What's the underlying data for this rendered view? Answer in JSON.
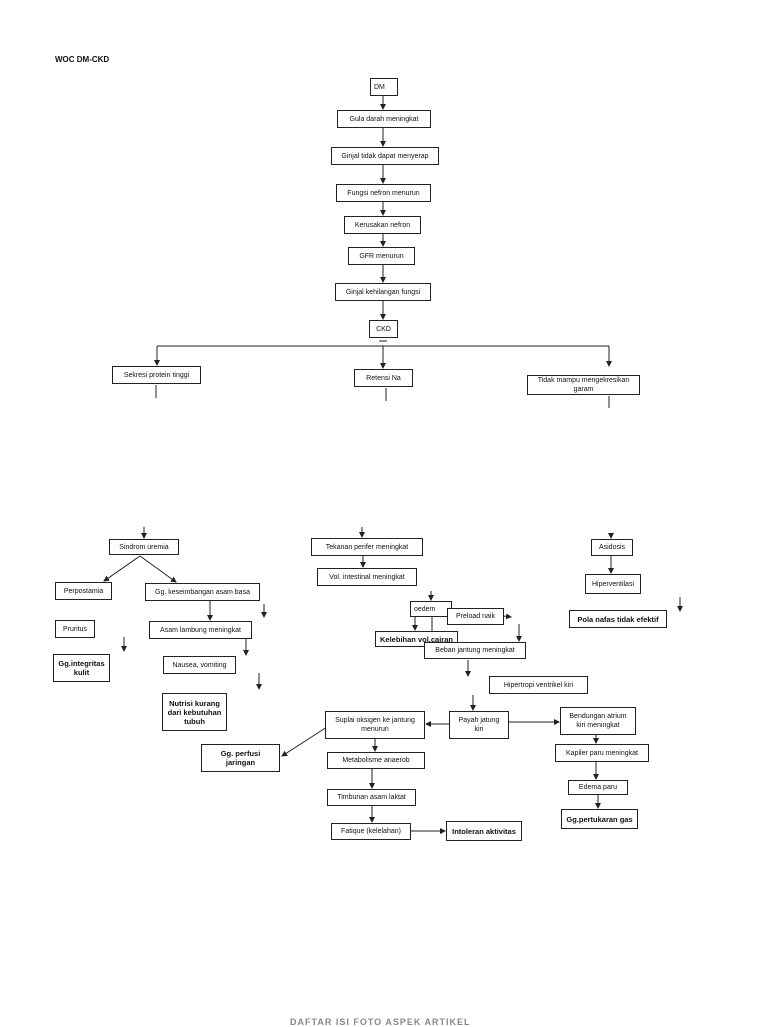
{
  "title": "WOC DM-CKD",
  "nodes": {
    "dm": "DM",
    "gula": "Gula darah meningkat",
    "ginjal_tidak": "Ginjal tidak dapat menyerap",
    "fungsi_nefron": "Fungsi nefron menurun",
    "kerusakan_nefron": "Kerusakan nefron",
    "gfr": "GFR  menurun",
    "ginjal_kehilangan": "Ginjal kehilangan fungsi",
    "ckd": "CKD",
    "sekresi": "Sekresi protein tinggi",
    "retensi": "Retensi Na",
    "tidak_mampu": "Tidak mampu mengekresikan garam",
    "sindrom": "Sindrom uremia",
    "perpostamia": "Perpostamia",
    "gg_keseimbangan": "Gg. keseimbangan asam basa",
    "pruritus": "Pruritus",
    "asam_lambung": "Asam lambung meningkat",
    "gg_integritas": "Gg.integritas\nkulit",
    "nausea": "Nausea, vomiting",
    "nutrisi": "Nutrisi kurang\ndari kebutuhan\ntubuh",
    "tekanan": "Tekanan perifer meningkat",
    "vol_intestinal": "Vol. intestinal meningkat",
    "oedem": "oedem",
    "preload": "Preload  naik",
    "kelebihan": "Kelebihan vol.cairan",
    "beban": "Beban jantung meningkat",
    "hipertropi": "Hipertropi ventrikel kiri",
    "suplai": "Suplai oksigen ke jantung\nmenurun",
    "payah": "Payah jatung\nkiri",
    "bendungan": "Bendungan atrium\nkiri meningkat",
    "gg_perfusi": "Gg. perfusi\njaringan",
    "metabolisme": "Metabolisme anaerob",
    "kapiler": "Kapiler paru meningkat",
    "edema": "Edema paru",
    "timbunan": "Timbunan asam laktat",
    "gg_pertukaran": "Gg.pertukaran gas",
    "fatique": "Fatique (kelelahan)",
    "intoleran": "Intoleran aktivitas",
    "asidosis": "Asidosis",
    "hiperventilasi": "Hiperventilasi",
    "pola_nafas": "Pola nafas tidak efektif"
  },
  "footer": "DAFTAR ISI FOTO ASPEK ARTIKEL"
}
